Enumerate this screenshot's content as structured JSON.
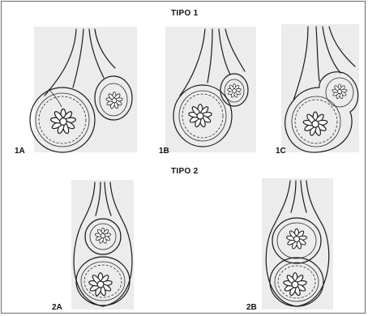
{
  "figure": {
    "sections": [
      {
        "heading": "TIPO 1"
      },
      {
        "heading": "TIPO 2"
      }
    ],
    "panels": [
      {
        "label": "1A"
      },
      {
        "label": "1B"
      },
      {
        "label": "1C"
      },
      {
        "label": "2A"
      },
      {
        "label": "2B"
      }
    ]
  },
  "colors": {
    "panel_background": "#ececec",
    "line": "#1a1a1a",
    "frame_border": "#6a6a6a"
  }
}
